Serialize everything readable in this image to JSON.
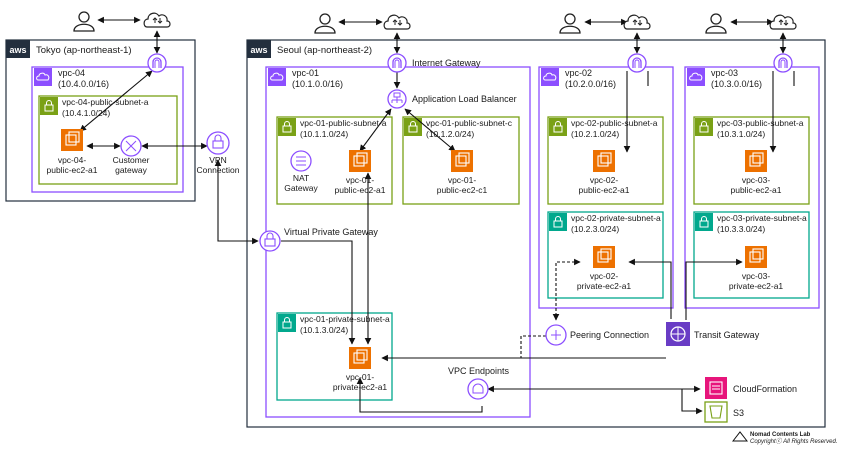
{
  "regions": {
    "tokyo": {
      "aws_logo": "aws",
      "label": "Tokyo (ap-northeast-1)"
    },
    "seoul": {
      "aws_logo": "aws",
      "label": "Seoul (ap-northeast-2)"
    }
  },
  "vpcs": {
    "vpc04": {
      "name": "vpc-04",
      "cidr": "(10.4.0.0/16)"
    },
    "vpc01": {
      "name": "vpc-01",
      "cidr": "(10.1.0.0/16)"
    },
    "vpc02": {
      "name": "vpc-02",
      "cidr": "(10.2.0.0/16)"
    },
    "vpc03": {
      "name": "vpc-03",
      "cidr": "(10.3.0.0/16)"
    }
  },
  "subnets": {
    "vpc04_pub_a": {
      "name": "vpc-04-public-subnet-a",
      "cidr": "(10.4.1.0/24)"
    },
    "vpc01_pub_a": {
      "name": "vpc-01-public-subnet-a",
      "cidr": "(10.1.1.0/24)"
    },
    "vpc01_pub_c": {
      "name": "vpc-01-public-subnet-c",
      "cidr": "(10.1.2.0/24)"
    },
    "vpc01_priv_a": {
      "name": "vpc-01-private-subnet-a",
      "cidr": "(10.1.3.0/24)"
    },
    "vpc02_pub_a": {
      "name": "vpc-02-public-subnet-a",
      "cidr": "(10.2.1.0/24)"
    },
    "vpc02_priv_a": {
      "name": "vpc-02-private-subnet-a",
      "cidr": "(10.2.3.0/24)"
    },
    "vpc03_pub_a": {
      "name": "vpc-03-public-subnet-a",
      "cidr": "(10.3.1.0/24)"
    },
    "vpc03_priv_a": {
      "name": "vpc-03-private-subnet-a",
      "cidr": "(10.3.3.0/24)"
    }
  },
  "instances": {
    "vpc04_pub_a1": [
      "vpc-04-",
      "public-ec2-a1"
    ],
    "vpc01_pub_a1": [
      "vpc-01-",
      "public-ec2-a1"
    ],
    "vpc01_pub_c1": [
      "vpc-01-",
      "public-ec2-c1"
    ],
    "vpc01_priv_a1": [
      "vpc-01-",
      "private-ec2-a1"
    ],
    "vpc02_pub_a1": [
      "vpc-02-",
      "public-ec2-a1"
    ],
    "vpc02_priv_a1": [
      "vpc-02-",
      "private-ec2-a1"
    ],
    "vpc03_pub_a1": [
      "vpc-03-",
      "public-ec2-a1"
    ],
    "vpc03_priv_a1": [
      "vpc-03-",
      "private-ec2-a1"
    ]
  },
  "components": {
    "customer_gateway": [
      "Customer",
      "gateway"
    ],
    "vpn_connection": [
      "VPN",
      "Connection"
    ],
    "nat_gateway": [
      "NAT",
      "Gateway"
    ],
    "internet_gateway": "Internet Gateway",
    "alb": "Application Load Balancer",
    "virtual_private_gateway": "Virtual Private Gateway",
    "peering_connection": "Peering Connection",
    "transit_gateway": "Transit Gateway",
    "vpc_endpoints": "VPC Endpoints",
    "cloudformation": "CloudFormation",
    "s3": "S3"
  },
  "footer": {
    "lab": "Nomad Contents Lab",
    "copyright": "Copyrightⓒ  All Rights Reserved."
  },
  "colors": {
    "vpc": "#8c4fff",
    "public_subnet": "#7aa116",
    "private_subnet": "#01a88d",
    "ec2": "#ed7100",
    "transit": "#693cc5",
    "cloudformation": "#e7157b",
    "s3": "#7aa116"
  }
}
